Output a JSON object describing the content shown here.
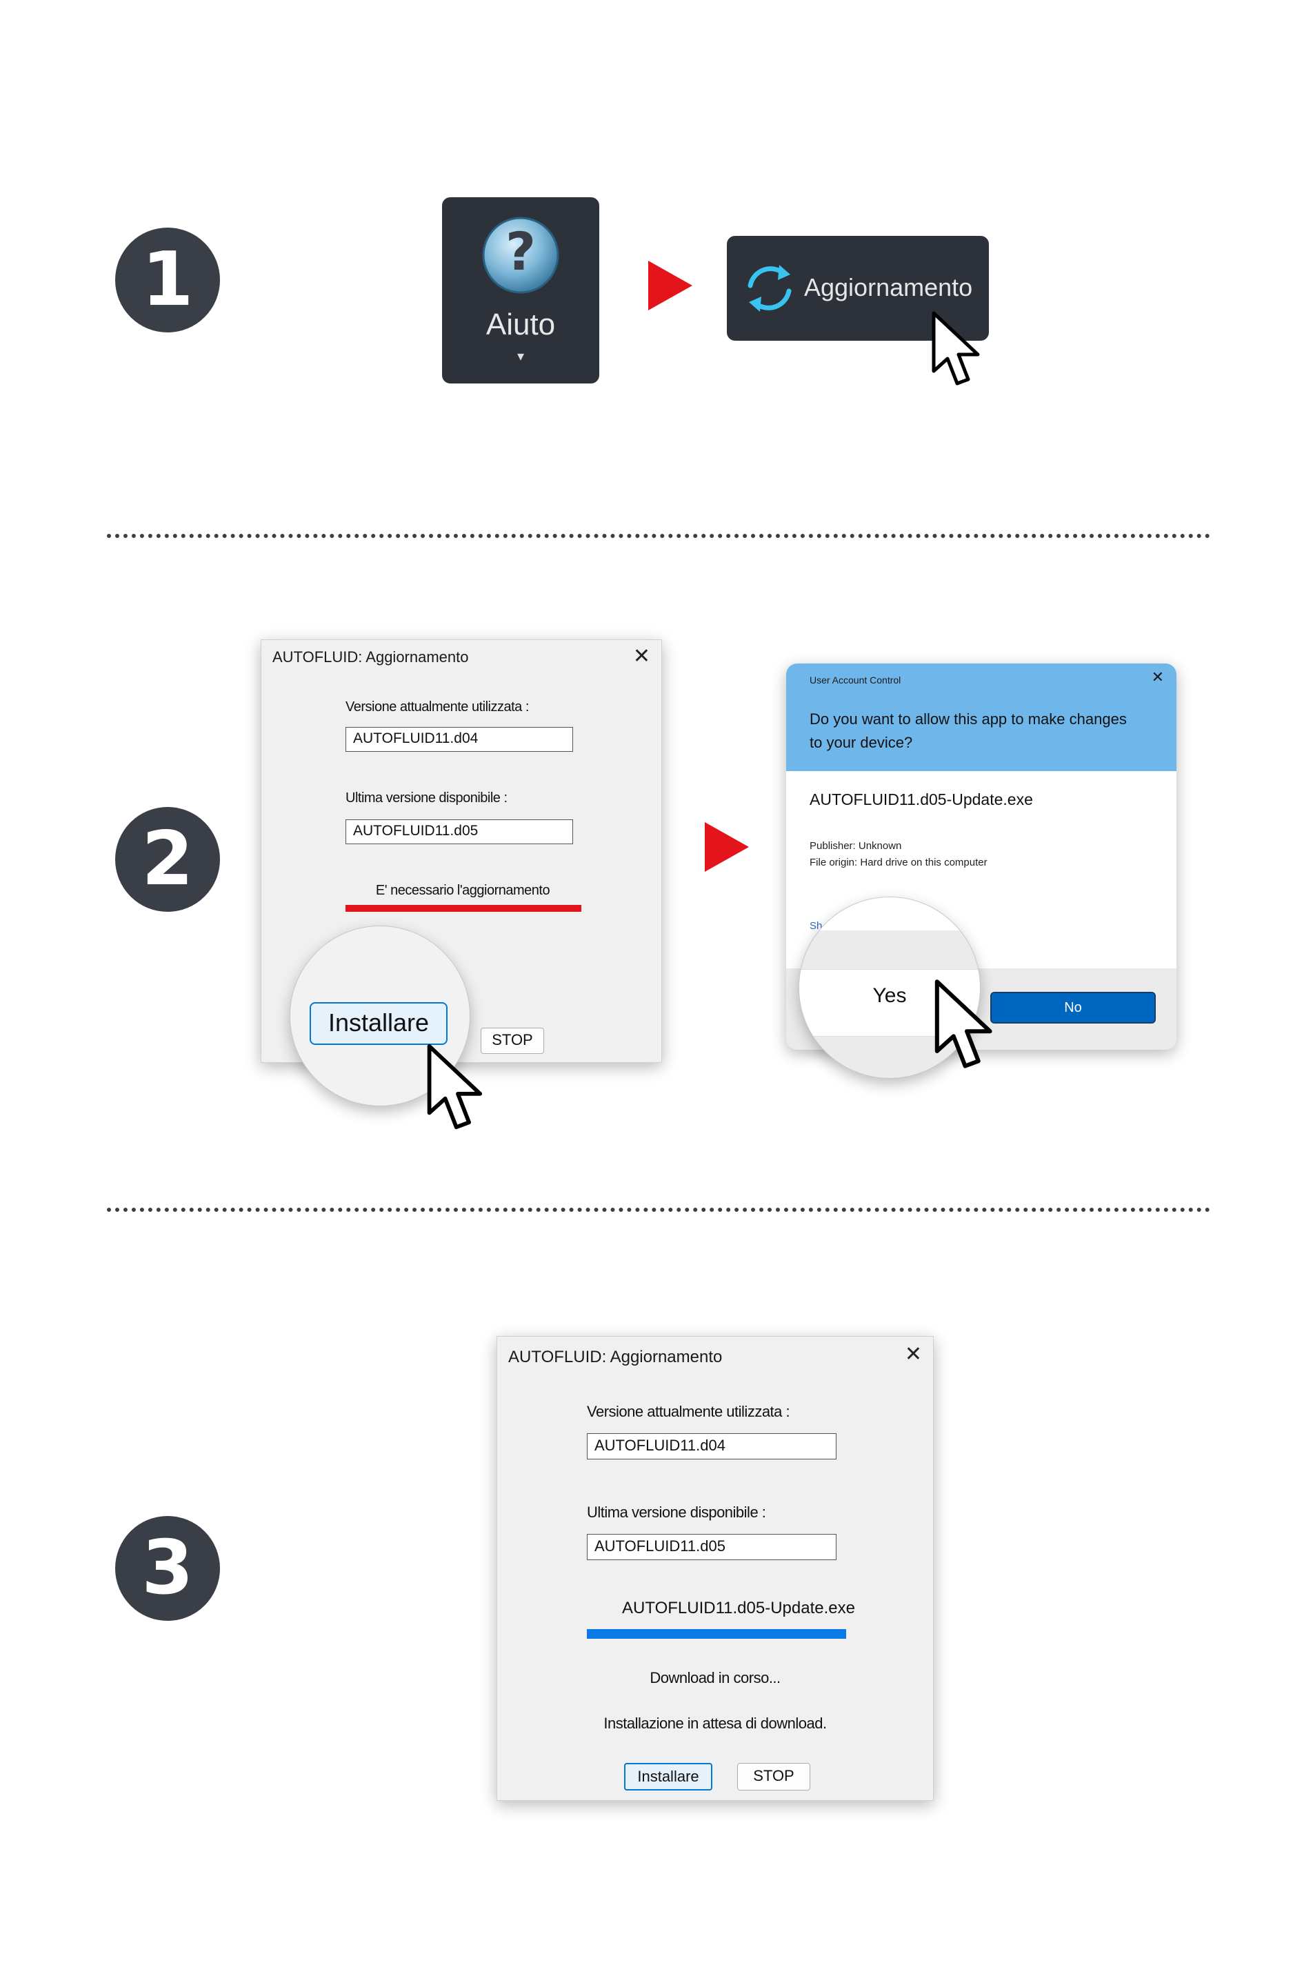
{
  "steps": [
    "1",
    "2",
    "3"
  ],
  "step1": {
    "help_label": "Aiuto",
    "help_question": "?",
    "help_caret": "▾",
    "update_label": "Aggiornamento"
  },
  "step2": {
    "dialog": {
      "title": "AUTOFLUID: Aggiornamento",
      "close": "✕",
      "current_label": "Versione attualmente utilizzata :",
      "current_value": "AUTOFLUID11.d04",
      "latest_label": "Ultima versione disponibile :",
      "latest_value": "AUTOFLUID11.d05",
      "notice": "E' necessario l'aggiornamento",
      "install": "Installare",
      "stop": "STOP"
    },
    "uac": {
      "header": "User Account Control",
      "close": "✕",
      "question": "Do you want to allow this app to make changes to your device?",
      "app": "AUTOFLUID11.d05-Update.exe",
      "publisher": "Publisher: Unknown",
      "origin": "File origin: Hard drive on this computer",
      "show_more": "Sh",
      "yes": "Yes",
      "no": "No"
    },
    "notice_color": "#e3151b"
  },
  "step3": {
    "dialog": {
      "title": "AUTOFLUID: Aggiornamento",
      "close": "✕",
      "current_label": "Versione attualmente utilizzata :",
      "current_value": "AUTOFLUID11.d04",
      "latest_label": "Ultima versione disponibile :",
      "latest_value": "AUTOFLUID11.d05",
      "file": "AUTOFLUID11.d05-Update.exe",
      "download_progress": 1.0,
      "downloading": "Download in corso...",
      "installing": "Installazione in attesa di download.",
      "install": "Installare",
      "stop": "STOP"
    },
    "progress_color": "#0a7be6"
  },
  "colors": {
    "step_badge": "#3a3f47",
    "arrow": "#e3151b",
    "dark_tile": "#2d3139",
    "uac_header": "#6fb7ea",
    "uac_no_button": "#0067c0",
    "refresh_icon": "#39c3f0"
  },
  "icons": [
    "help-circle-icon",
    "refresh-icon",
    "close-icon",
    "mouse-pointer-icon"
  ]
}
